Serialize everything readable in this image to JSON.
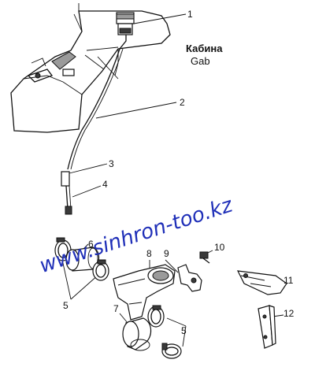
{
  "caption": {
    "title": "Кабина",
    "subtitle": "Gab"
  },
  "watermark": "www.sinhron-too.kz",
  "callouts": [
    {
      "id": "c1",
      "label": "1"
    },
    {
      "id": "c2",
      "label": "2"
    },
    {
      "id": "c3",
      "label": "3"
    },
    {
      "id": "c4",
      "label": "4"
    },
    {
      "id": "c5a",
      "label": "5"
    },
    {
      "id": "c5b",
      "label": "5"
    },
    {
      "id": "c6",
      "label": "6"
    },
    {
      "id": "c7",
      "label": "7"
    },
    {
      "id": "c8",
      "label": "8"
    },
    {
      "id": "c9",
      "label": "9"
    },
    {
      "id": "c10",
      "label": "10"
    },
    {
      "id": "c11",
      "label": "11"
    },
    {
      "id": "c12",
      "label": "12"
    }
  ],
  "colors": {
    "line": "#111111",
    "watermark": "#1f2fb8",
    "shade": "#9a9a9a"
  }
}
